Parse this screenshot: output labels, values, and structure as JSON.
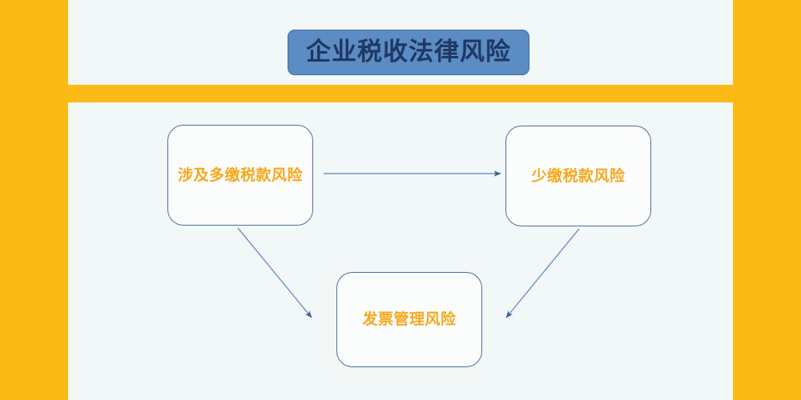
{
  "slide": {
    "background_color": "#f2f7f7",
    "frame_color": "#fbba16"
  },
  "title": {
    "text": "企业税收法律风险",
    "text_color": "#1f3864",
    "fill_color": "#5b8cc4",
    "border_color": "#3d6ea6"
  },
  "diagram": {
    "type": "flow",
    "node_text_color": "#f5a81c",
    "node_border_color": "#4a6f9e",
    "node_fill_color": "#fbfdfd",
    "connector_color": "#4a7ebb",
    "nodes": [
      {
        "id": "overpay",
        "label": "涉及多缴税款风险"
      },
      {
        "id": "underpay",
        "label": "少缴税款风险"
      },
      {
        "id": "invoice",
        "label": "发票管理风险"
      }
    ],
    "connectors": [
      {
        "id": "overpay-to-underpay",
        "from": "overpay",
        "to": "underpay",
        "style": "straight-arrow"
      },
      {
        "id": "overpay-to-invoice",
        "from": "overpay",
        "to": "invoice",
        "style": "diagonal-arrow"
      },
      {
        "id": "underpay-to-invoice",
        "from": "underpay",
        "to": "invoice",
        "style": "diagonal-arrow"
      }
    ]
  }
}
